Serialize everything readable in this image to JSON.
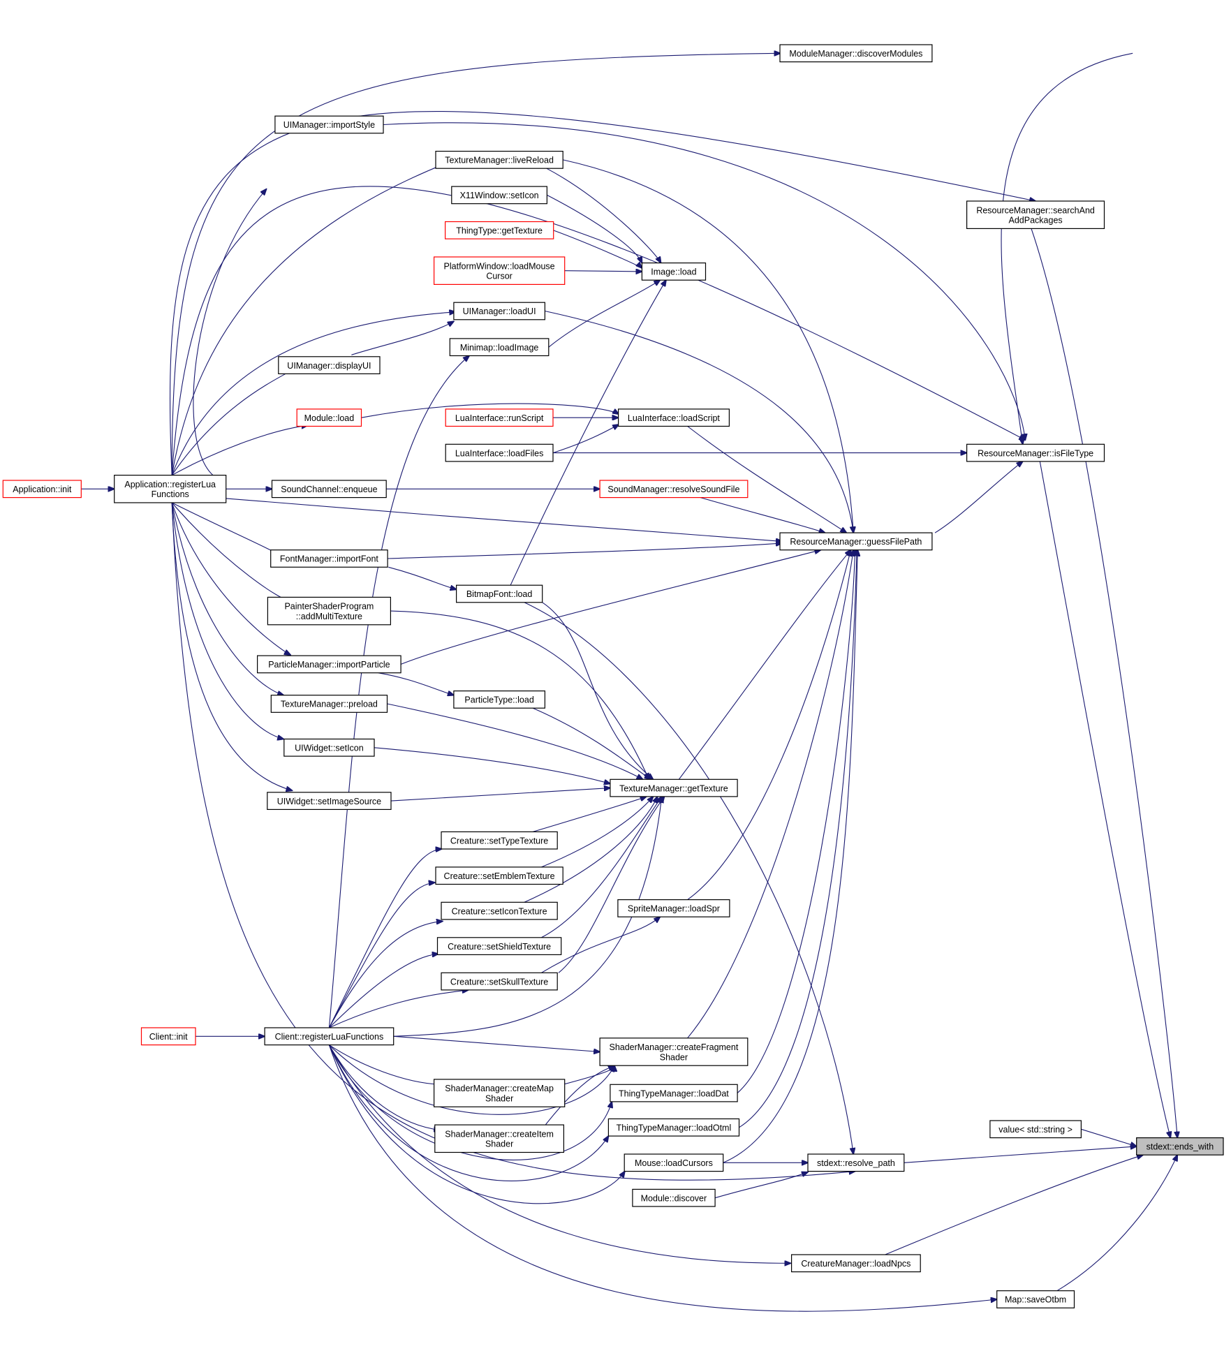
{
  "colors": {
    "edge": "#191970",
    "node_border": "#000000",
    "truncated_border": "#ff0000",
    "root_fill": "#bfbfbf"
  },
  "nodes": [
    {
      "id": "app_init",
      "lines": [
        "Application::init"
      ],
      "style": "red"
    },
    {
      "id": "app_reg",
      "lines": [
        "Application::registerLua",
        "Functions"
      ],
      "style": "normal"
    },
    {
      "id": "client_init",
      "lines": [
        "Client::init"
      ],
      "style": "red"
    },
    {
      "id": "client_reg",
      "lines": [
        "Client::registerLuaFunctions"
      ],
      "style": "normal"
    },
    {
      "id": "ui_importStyle",
      "lines": [
        "UIManager::importStyle"
      ],
      "style": "normal"
    },
    {
      "id": "tex_liveReload",
      "lines": [
        "TextureManager::liveReload"
      ],
      "style": "normal"
    },
    {
      "id": "x11_setIcon",
      "lines": [
        "X11Window::setIcon"
      ],
      "style": "normal"
    },
    {
      "id": "thing_getTexture",
      "lines": [
        "ThingType::getTexture"
      ],
      "style": "red"
    },
    {
      "id": "pw_loadMouse",
      "lines": [
        "PlatformWindow::loadMouse",
        "Cursor"
      ],
      "style": "red"
    },
    {
      "id": "ui_loadUI",
      "lines": [
        "UIManager::loadUI"
      ],
      "style": "normal"
    },
    {
      "id": "minimap_loadImage",
      "lines": [
        "Minimap::loadImage"
      ],
      "style": "normal"
    },
    {
      "id": "ui_displayUI",
      "lines": [
        "UIManager::displayUI"
      ],
      "style": "normal"
    },
    {
      "id": "module_load",
      "lines": [
        "Module::load"
      ],
      "style": "red"
    },
    {
      "id": "lua_runScript",
      "lines": [
        "LuaInterface::runScript"
      ],
      "style": "red"
    },
    {
      "id": "lua_loadFiles",
      "lines": [
        "LuaInterface::loadFiles"
      ],
      "style": "normal"
    },
    {
      "id": "sound_enqueue",
      "lines": [
        "SoundChannel::enqueue"
      ],
      "style": "normal"
    },
    {
      "id": "font_importFont",
      "lines": [
        "FontManager::importFont"
      ],
      "style": "normal"
    },
    {
      "id": "painter_addMulti",
      "lines": [
        "PainterShaderProgram",
        "::addMultiTexture"
      ],
      "style": "normal"
    },
    {
      "id": "particle_import",
      "lines": [
        "ParticleManager::importParticle"
      ],
      "style": "normal"
    },
    {
      "id": "tex_preload",
      "lines": [
        "TextureManager::preload"
      ],
      "style": "normal"
    },
    {
      "id": "uiw_setIcon",
      "lines": [
        "UIWidget::setIcon"
      ],
      "style": "normal"
    },
    {
      "id": "uiw_setImageSource",
      "lines": [
        "UIWidget::setImageSource"
      ],
      "style": "normal"
    },
    {
      "id": "image_load",
      "lines": [
        "Image::load"
      ],
      "style": "normal"
    },
    {
      "id": "lua_loadScript",
      "lines": [
        "LuaInterface::loadScript"
      ],
      "style": "normal"
    },
    {
      "id": "sound_resolve",
      "lines": [
        "SoundManager::resolveSoundFile"
      ],
      "style": "red"
    },
    {
      "id": "bitmap_load",
      "lines": [
        "BitmapFont::load"
      ],
      "style": "normal"
    },
    {
      "id": "particletype_load",
      "lines": [
        "ParticleType::load"
      ],
      "style": "normal"
    },
    {
      "id": "tex_getTexture",
      "lines": [
        "TextureManager::getTexture"
      ],
      "style": "normal"
    },
    {
      "id": "cr_setType",
      "lines": [
        "Creature::setTypeTexture"
      ],
      "style": "normal"
    },
    {
      "id": "cr_setEmblem",
      "lines": [
        "Creature::setEmblemTexture"
      ],
      "style": "normal"
    },
    {
      "id": "cr_setIcon",
      "lines": [
        "Creature::setIconTexture"
      ],
      "style": "normal"
    },
    {
      "id": "cr_setShield",
      "lines": [
        "Creature::setShieldTexture"
      ],
      "style": "normal"
    },
    {
      "id": "cr_setSkull",
      "lines": [
        "Creature::setSkullTexture"
      ],
      "style": "normal"
    },
    {
      "id": "sprite_loadSpr",
      "lines": [
        "SpriteManager::loadSpr"
      ],
      "style": "normal"
    },
    {
      "id": "shader_frag",
      "lines": [
        "ShaderManager::createFragment",
        "Shader"
      ],
      "style": "normal"
    },
    {
      "id": "shader_map",
      "lines": [
        "ShaderManager::createMap",
        "Shader"
      ],
      "style": "normal"
    },
    {
      "id": "shader_item",
      "lines": [
        "ShaderManager::createItem",
        "Shader"
      ],
      "style": "normal"
    },
    {
      "id": "ttm_loadDat",
      "lines": [
        "ThingTypeManager::loadDat"
      ],
      "style": "normal"
    },
    {
      "id": "ttm_loadOtml",
      "lines": [
        "ThingTypeManager::loadOtml"
      ],
      "style": "normal"
    },
    {
      "id": "mouse_loadCursors",
      "lines": [
        "Mouse::loadCursors"
      ],
      "style": "normal"
    },
    {
      "id": "module_discover",
      "lines": [
        "Module::discover"
      ],
      "style": "normal"
    },
    {
      "id": "modmgr_discover",
      "lines": [
        "ModuleManager::discoverModules"
      ],
      "style": "normal"
    },
    {
      "id": "res_searchAdd",
      "lines": [
        "ResourceManager::searchAnd",
        "AddPackages"
      ],
      "style": "normal"
    },
    {
      "id": "res_isFileType",
      "lines": [
        "ResourceManager::isFileType"
      ],
      "style": "normal"
    },
    {
      "id": "res_guess",
      "lines": [
        "ResourceManager::guessFilePath"
      ],
      "style": "normal"
    },
    {
      "id": "stdext_resolve",
      "lines": [
        "stdext::resolve_path"
      ],
      "style": "normal"
    },
    {
      "id": "value_string",
      "lines": [
        "value< std::string >"
      ],
      "style": "normal"
    },
    {
      "id": "creature_loadNpcs",
      "lines": [
        "CreatureManager::loadNpcs"
      ],
      "style": "normal"
    },
    {
      "id": "map_saveOtbm",
      "lines": [
        "Map::saveOtbm"
      ],
      "style": "normal"
    },
    {
      "id": "stdext_ends",
      "lines": [
        "stdext::ends_with"
      ],
      "style": "root"
    }
  ]
}
